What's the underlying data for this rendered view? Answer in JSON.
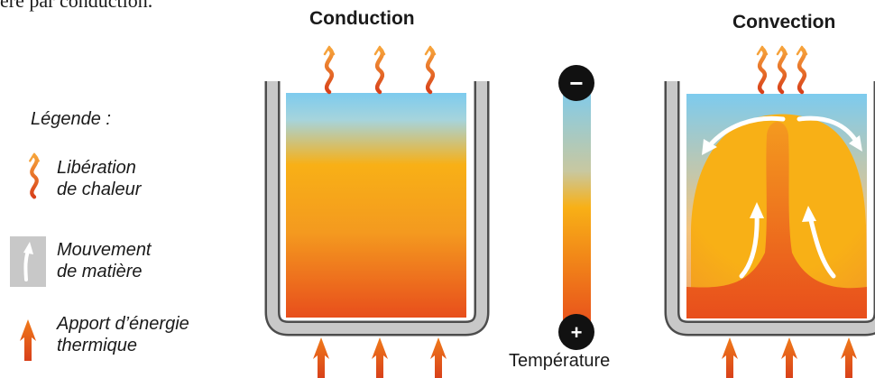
{
  "top_cut_text": "ère par conduction.",
  "titles": {
    "conduction": "Conduction",
    "convection": "Convection"
  },
  "legend": {
    "title": "Légende :",
    "items": [
      {
        "icon": "heat-release-icon",
        "line1": "Libération",
        "line2": "de chaleur"
      },
      {
        "icon": "matter-movement-icon",
        "line1": "Mouvement",
        "line2": "de matière"
      },
      {
        "icon": "heat-input-arrow-icon",
        "line1": "Apport d’énergie",
        "line2": "thermique"
      }
    ]
  },
  "scale": {
    "minus": "−",
    "plus": "+",
    "label": "Température"
  },
  "colors": {
    "cold": "#7dcbee",
    "warm": "#f8b016",
    "hot": "#e84e1c",
    "pot_gray": "#c8c8c8",
    "pot_outline": "#4d4d4d"
  }
}
